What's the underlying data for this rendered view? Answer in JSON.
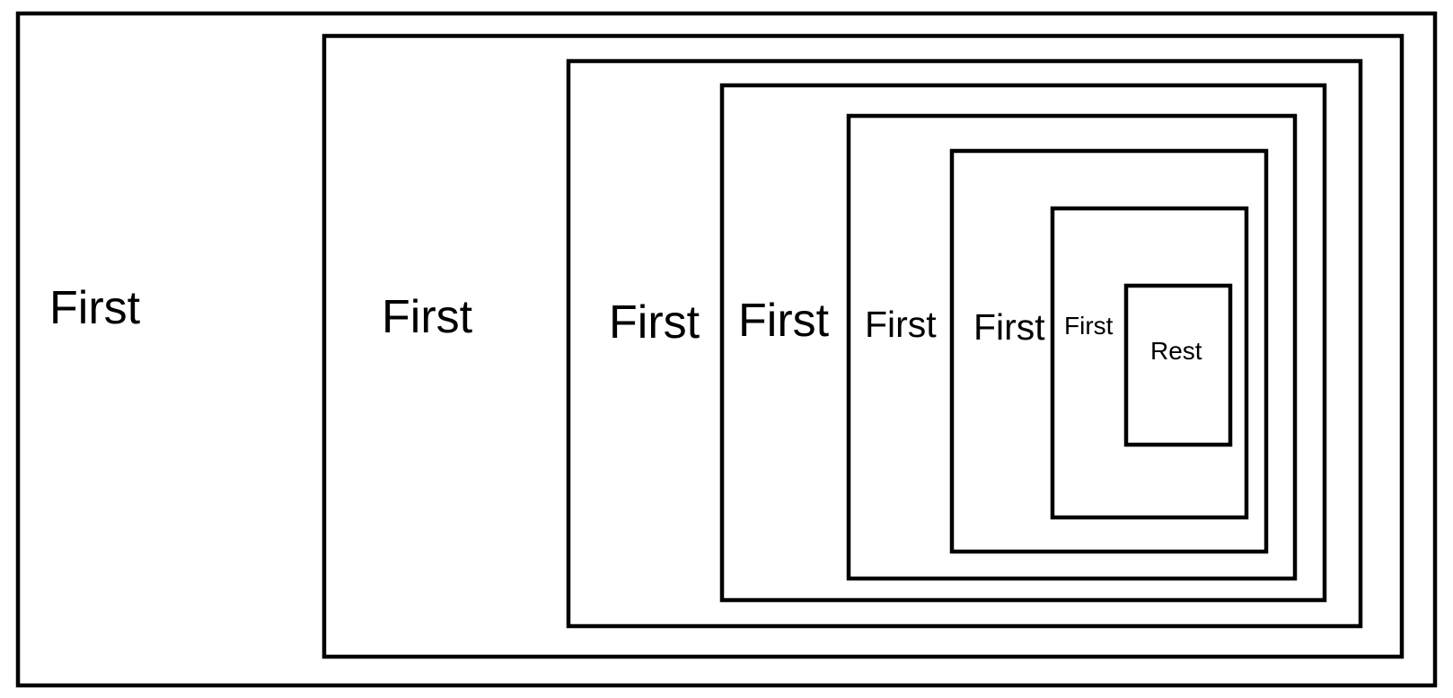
{
  "diagram": {
    "boxes": [
      {
        "id": "level-1",
        "label": "First"
      },
      {
        "id": "level-2",
        "label": "First"
      },
      {
        "id": "level-3",
        "label": "First"
      },
      {
        "id": "level-4",
        "label": "First"
      },
      {
        "id": "level-5",
        "label": "First"
      },
      {
        "id": "level-6",
        "label": "First"
      },
      {
        "id": "level-7",
        "label": "First"
      },
      {
        "id": "level-8",
        "label": "Rest"
      }
    ]
  },
  "colors": {
    "stroke": "#000000",
    "text": "#000000",
    "background": "#ffffff"
  }
}
